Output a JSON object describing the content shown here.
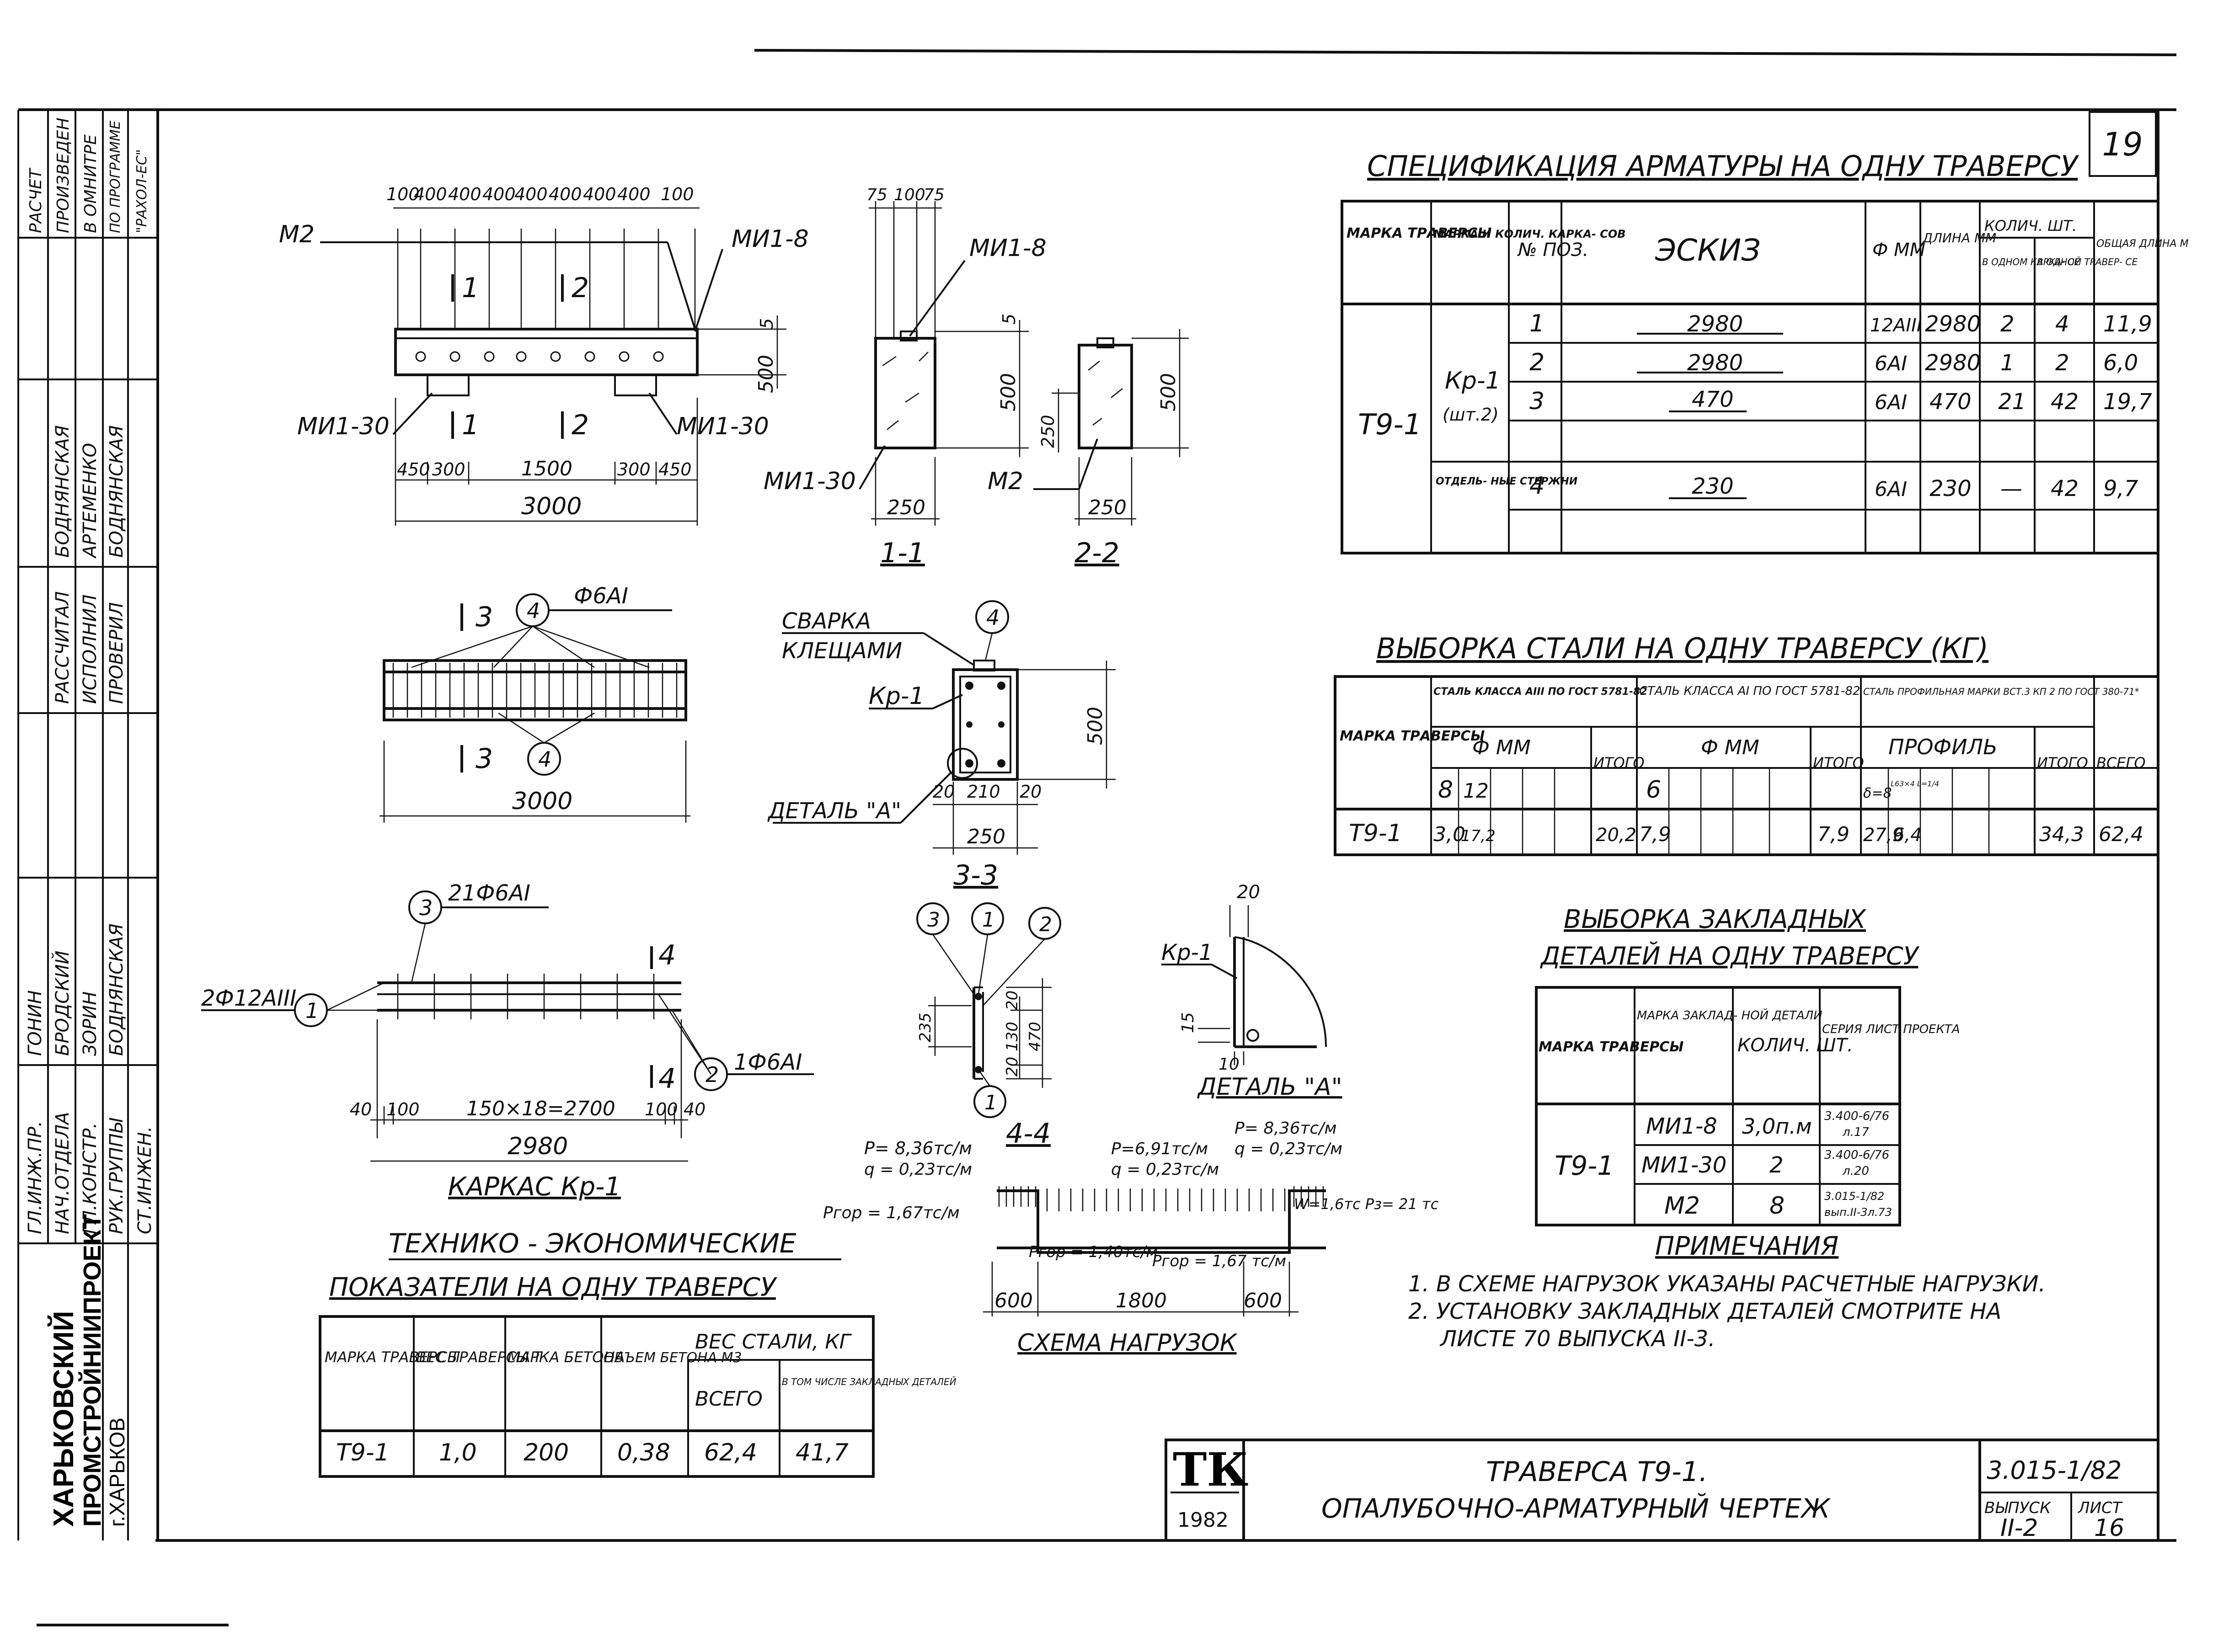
{
  "sheet_no": "19",
  "sidebar": {
    "org_line1": "ХАРЬКОВСКИЙ",
    "org_line2": "ПРОМСТРОЙНИИПРОЕКТ",
    "org_line3": "г.ХАРЬКОВ",
    "signers": [
      {
        "role": "ГЛ.ИНЖ.ПР.",
        "name": "ГОНИН"
      },
      {
        "role": "НАЧ.ОТДЕЛА",
        "name": "БРОДСКИЙ"
      },
      {
        "role": "ГЛ.КОНСТР.",
        "name": "ЗОРИН"
      },
      {
        "role": "РУК.ГРУППЫ",
        "name": "БОДНЯНСКАЯ"
      },
      {
        "role": "СТ.ИНЖЕН.",
        "name": ""
      },
      {
        "role": "РАССЧИТАЛ",
        "name": "БОДНЯНСКАЯ"
      },
      {
        "role": "ИСПОЛНИЛ",
        "name": "АРТЕМЕНКО"
      },
      {
        "role": "ПРОВЕРИЛ",
        "name": "БОДНЯНСКАЯ"
      }
    ],
    "note_line1": "РАСЧЕТ",
    "note_line2": "ПРОИЗВЕДЕН",
    "note_line3": "В ОМНИТРЕ",
    "note_line4": "ПО ПРОГРАММЕ",
    "note_line5": "\"РАХОЛ-ЕС\""
  },
  "elevation": {
    "dims_top": [
      "100",
      "400",
      "400",
      "400",
      "400",
      "400",
      "400",
      "400",
      "100"
    ],
    "label_m2": "М2",
    "label_mi1_8": "МИ1-8",
    "label_mi1_30_left": "МИ1-30",
    "label_mi1_30_right": "МИ1-30",
    "cut1": "1",
    "cut2": "2",
    "dim_5": "5",
    "dim_500": "500",
    "dims_bottom": [
      "450",
      "300",
      "1500",
      "300",
      "450"
    ],
    "dim_total": "3000"
  },
  "section11": {
    "dims_top": [
      "75",
      "100",
      "75"
    ],
    "label_mi1_8": "МИ1-8",
    "label_mi1_30": "МИ1-30",
    "dim_5": "5",
    "dim_500": "500",
    "dim_250": "250",
    "title": "1-1"
  },
  "section22": {
    "label_m2": "М2",
    "dim_250v": "250",
    "dim_500": "500",
    "dim_250": "250",
    "title": "2-2"
  },
  "plan": {
    "cut3": "3",
    "callout": "4",
    "bar": "Ф6АI",
    "dim_total": "3000"
  },
  "section33": {
    "weld_line1": "СВАРКА",
    "weld_line2": "КЛЕЩАМИ",
    "callout": "4",
    "kr": "Кр-1",
    "detail": "ДЕТАЛЬ \"А\"",
    "dim_500": "500",
    "dims_bottom": [
      "20",
      "210",
      "20"
    ],
    "dim_250": "250",
    "title": "3-3"
  },
  "cage": {
    "callout3": "3",
    "bar3": "21Ф6АI",
    "callout1": "1",
    "bar1": "2Ф12АIII",
    "callout2": "2",
    "bar2": "1Ф6АI",
    "cut4": "4",
    "dims_bottom": [
      "40",
      "100",
      "150×18=2700",
      "100",
      "40"
    ],
    "dim_total": "2980",
    "title": "КАРКАС Кр-1"
  },
  "section44": {
    "callouts": [
      "3",
      "1",
      "2",
      "1"
    ],
    "dims": [
      "20",
      "130",
      "470",
      "20",
      "235"
    ],
    "title": "4-4"
  },
  "detailA": {
    "kr": "Кр-1",
    "dim_20": "20",
    "dim_15": "15",
    "dim_10": "10",
    "title": "ДЕТАЛЬ \"А\""
  },
  "loads": {
    "p_left": "P= 8,36тс/м",
    "q_left": "q = 0,23тс/м",
    "p_mid": "P=6,91тс/м",
    "q_mid": "q = 0,23тс/м",
    "p_right": "P= 8,36тс/м",
    "q_right": "q = 0,23тс/м",
    "pgor_left": "Pгор = 1,67тс/м",
    "pgor_mid": "Pгор = 1,40тс/м",
    "pgor_right": "Pгор = 1,67 тс/м",
    "w_right": "W=1,6тс  Pз= 21 тс",
    "dims": [
      "600",
      "1800",
      "600"
    ],
    "title": "СХЕМА НАГРУЗОК"
  },
  "spec": {
    "title": "СПЕЦИФИКАЦИЯ АРМАТУРЫ НА ОДНУ ТРАВЕРСУ",
    "h_mark": "МАРКА ТРАВЕРСЫ",
    "h_cage": "МАРКА И КОЛИЧ. КАРКА- СОВ",
    "h_pos": "№ ПОЗ.",
    "h_sketch": "ЭСКИЗ",
    "h_dia": "Ф ММ",
    "h_len": "ДЛИНА ММ",
    "h_qty": "КОЛИЧ. ШТ.",
    "h_qty1": "В ОДНОМ КАРКА- СЕ",
    "h_qty2": "В ОДНОЙ ТРАВЕР- СЕ",
    "h_total": "ОБЩАЯ ДЛИНА М",
    "mark": "Т9-1",
    "cage": "Кр-1",
    "cage_qty": "(шт.2)",
    "separate": "ОТДЕЛЬ- НЫЕ СТЕРЖНИ",
    "rows": [
      {
        "pos": "1",
        "sketch": "2980",
        "dia": "12АIII",
        "len": "2980",
        "q1": "2",
        "q2": "4",
        "total": "11,9"
      },
      {
        "pos": "2",
        "sketch": "2980",
        "dia": "6АI",
        "len": "2980",
        "q1": "1",
        "q2": "2",
        "total": "6,0"
      },
      {
        "pos": "3",
        "sketch": "470",
        "dia": "6АI",
        "len": "470",
        "q1": "21",
        "q2": "42",
        "total": "19,7"
      },
      {
        "pos": "4",
        "sketch": "230",
        "dia": "6АI",
        "len": "230",
        "q1": "—",
        "q2": "42",
        "total": "9,7"
      }
    ]
  },
  "steel": {
    "title": "ВЫБОРКА СТАЛИ НА ОДНУ ТРАВЕРСУ (КГ)",
    "h_mark": "МАРКА ТРАВЕРСЫ",
    "h_a3": "СТАЛЬ КЛАССА АIII ПО ГОСТ 5781-82",
    "h_a1": "СТАЛЬ КЛАССА АI ПО ГОСТ 5781-82",
    "h_prof": "СТАЛЬ ПРОФИЛЬНАЯ МАРКИ ВСТ.3 КП 2 ПО ГОСТ 380-71*",
    "h_phi": "Ф ММ",
    "h_itogo": "ИТОГО",
    "h_profile": "ПРОФИЛЬ",
    "h_all": "ВСЕГО",
    "d8": "8",
    "d12": "12",
    "d6": "6",
    "p1": "δ=8",
    "p2": "L63×4 L=1/4",
    "row": {
      "mark": "Т9-1",
      "v8": "3,0",
      "v12": "17,2",
      "it1": "20,2",
      "v6": "7,9",
      "it2": "7,9",
      "pr1": "27,9",
      "pr2": "6,4",
      "it3": "34,3",
      "all": "62,4"
    }
  },
  "embed": {
    "title1": "ВЫБОРКА ЗАКЛАДНЫХ",
    "title2": "ДЕТАЛЕЙ НА ОДНУ ТРАВЕРСУ",
    "h_mark": "МАРКА ТРАВЕРСЫ",
    "h_det": "МАРКА ЗАКЛАД- НОЙ ДЕТАЛИ",
    "h_qty": "КОЛИЧ. ШТ.",
    "h_series": "СЕРИЯ ЛИСТ ПРОЕКТА",
    "mark": "Т9-1",
    "rows": [
      {
        "det": "МИ1-8",
        "qty": "3,0п.м",
        "ser1": "3.400-6/76",
        "ser2": "л.17"
      },
      {
        "det": "МИ1-30",
        "qty": "2",
        "ser1": "3.400-6/76",
        "ser2": "л.20"
      },
      {
        "det": "М2",
        "qty": "8",
        "ser1": "3.015-1/82",
        "ser2": "вып.II-3л.73"
      }
    ]
  },
  "notes": {
    "title": "ПРИМЕЧАНИЯ",
    "n1": "1. В СХЕМЕ НАГРУЗОК УКАЗАНЫ РАСЧЕТНЫЕ НАГРУЗКИ.",
    "n2a": "2. УСТАНОВКУ ЗАКЛАДНЫХ ДЕТАЛЕЙ СМОТРИТЕ НА",
    "n2b": "ЛИСТЕ 70 ВЫПУСКА II-3."
  },
  "tech": {
    "title1": "ТЕХНИКО - ЭКОНОМИЧЕСКИЕ",
    "title2": "ПОКАЗАТЕЛИ НА ОДНУ ТРАВЕРСУ",
    "h_mark": "МАРКА ТРАВЕРСЫ",
    "h_weight": "ВЕС ТРАВЕРСЫ Т",
    "h_concrete": "МАРКА БЕТОНА",
    "h_volume": "ОБЪЕМ БЕТОНА М3",
    "h_steel": "ВЕС СТАЛИ, КГ",
    "h_total": "ВСЕГО",
    "h_incl": "В ТОМ ЧИСЛЕ ЗАКЛАДНЫХ ДЕТАЛЕЙ",
    "row": {
      "mark": "Т9-1",
      "weight": "1,0",
      "concrete": "200",
      "volume": "0,38",
      "total": "62,4",
      "incl": "41,7"
    }
  },
  "stamp": {
    "logo": "ТК",
    "year": "1982",
    "title1": "ТРАВЕРСА Т9-1.",
    "title2": "ОПАЛУБОЧНО-АРМАТУРНЫЙ ЧЕРТЕЖ",
    "code": "3.015-1/82",
    "issue_label": "ВЫПУСК",
    "issue": "II-2",
    "sheet_label": "ЛИСТ",
    "sheet": "16"
  }
}
